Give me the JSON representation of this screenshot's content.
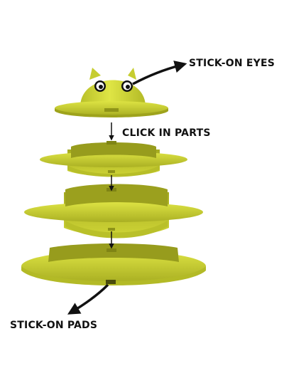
{
  "labels": {
    "stick_on_eyes": "STICK-ON EYES",
    "click_in_parts": "CLICK IN PARTS",
    "stick_on_pads": "STICK-ON PADS"
  },
  "colors": {
    "plastic_light": "#d6dc3a",
    "plastic_mid": "#c3ca2c",
    "plastic_dark": "#8f9418",
    "ink": "#111111",
    "eye_white": "#ffffff"
  },
  "icons": [
    "stick-on-eyes-arrow",
    "click-arrow",
    "stick-on-pads-arrow"
  ]
}
